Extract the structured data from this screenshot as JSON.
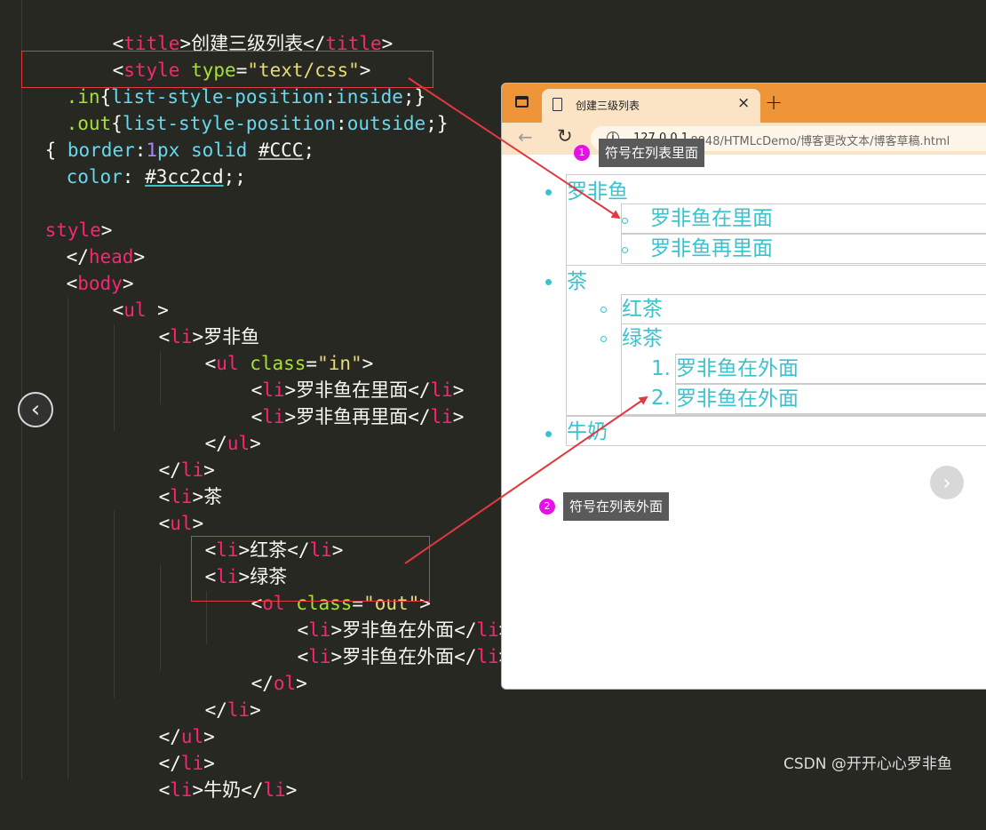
{
  "editor": {
    "lines": [
      "<title>创建三级列表</title>",
      "<style type=\"text/css\">",
      ".in{list-style-position:inside;}",
      ".out{list-style-position:outside;}",
      "{ border:1px solid #CCC;",
      "color: #3cc2cd;;",
      "",
      "style>",
      "</head>",
      "<body>",
      "<ul >",
      "<li>罗非鱼",
      "<ul class=\"in\">",
      "<li>罗非鱼在里面</li>",
      "<li>罗非鱼再里面</li>",
      "</ul>",
      "</li>",
      "<li>茶",
      "<ul>",
      "<li>红茶</li>",
      "<li>绿茶",
      "<ol class=\"out\">",
      "<li>罗非鱼在外面</li>",
      "<li>罗非鱼在外面</li>",
      "</ol>",
      "</li>",
      "</ul>",
      "</li>",
      "<li>牛奶</li>"
    ],
    "prev_icon": "chevron-left-icon"
  },
  "browser": {
    "tab_title": "创建三级列表",
    "tab_close": "×",
    "new_tab": "+",
    "url_host": "127.0.0.1",
    "url_path": ":8848/HTMLcDemo/博客更改文本/博客草稿.html",
    "accent_color": "#ee9439",
    "list_color": "#3cc2cd",
    "list": {
      "item1": "罗非鱼",
      "item1_sub1": "罗非鱼在里面",
      "item1_sub2": "罗非鱼再里面",
      "item2": "茶",
      "item2_sub1": "红茶",
      "item2_sub2": "绿茶",
      "ol_num1": "1.",
      "ol_item1": "罗非鱼在外面",
      "ol_num2": "2.",
      "ol_item2": "罗非鱼在外面",
      "item3": "牛奶"
    },
    "next_icon": "chevron-right-icon"
  },
  "annotations": {
    "callout1_num": "1",
    "callout1_label": "符号在列表里面",
    "callout2_num": "2",
    "callout2_label": "符号在列表外面",
    "annotation_color": "#e0393e"
  },
  "watermark": "CSDN @开开心心罗非鱼"
}
